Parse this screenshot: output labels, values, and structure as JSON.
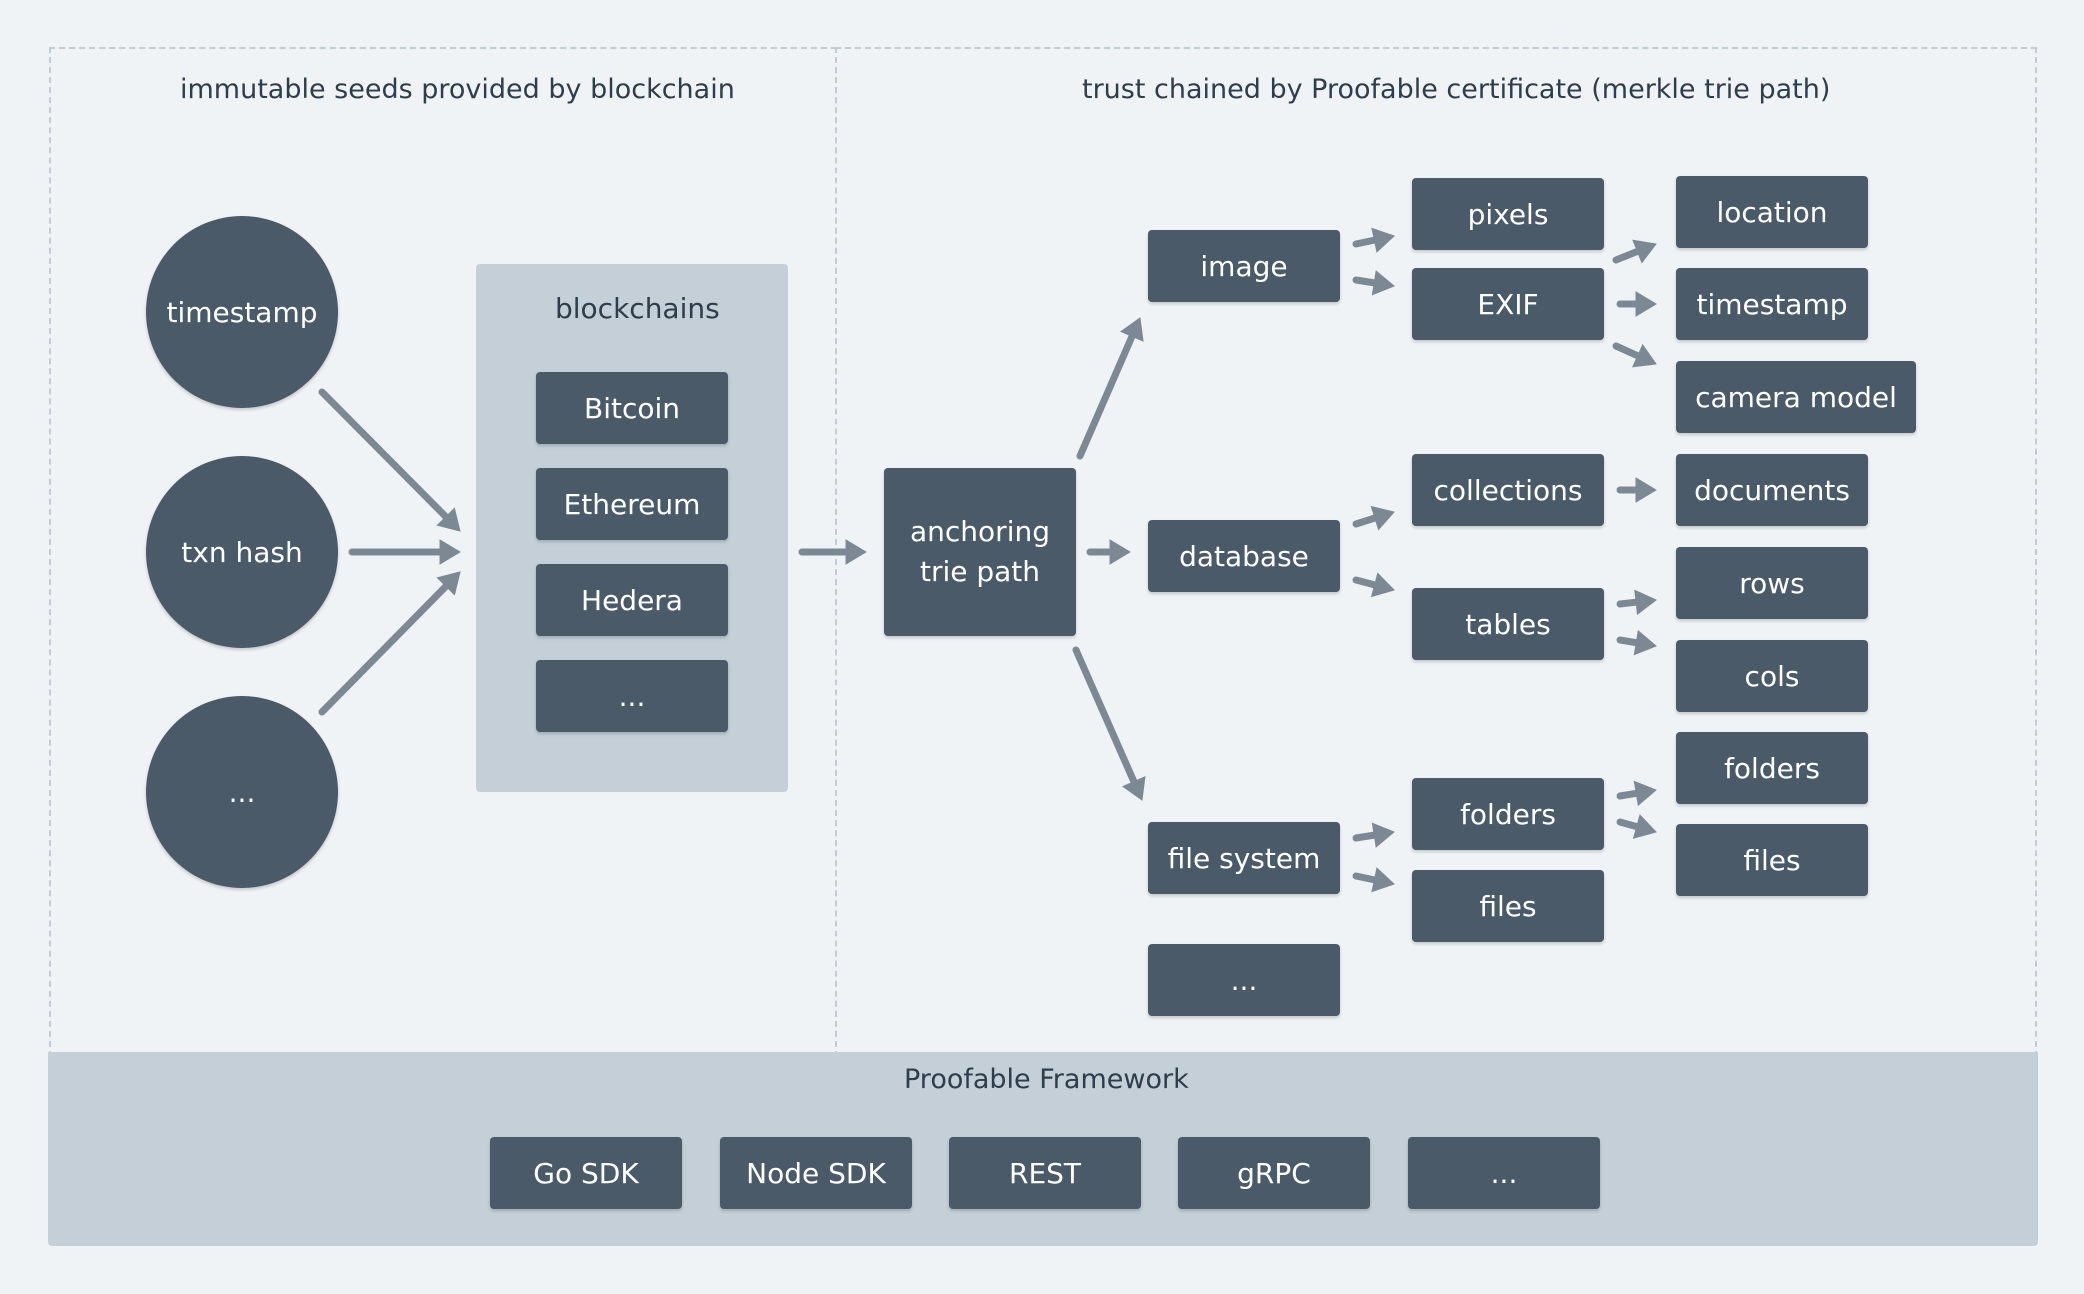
{
  "left_section": {
    "title": "immutable seeds provided by blockchain",
    "seeds": [
      "timestamp",
      "txn hash",
      "..."
    ],
    "blockchains": {
      "title": "blockchains",
      "items": [
        "Bitcoin",
        "Ethereum",
        "Hedera",
        "..."
      ]
    }
  },
  "right_section": {
    "title": "trust chained by Proofable certificate (merkle trie path)",
    "anchor": "anchoring trie path",
    "level1": [
      "image",
      "database",
      "file system",
      "..."
    ],
    "image_children": [
      "pixels",
      "EXIF"
    ],
    "exif_children": [
      "location",
      "timestamp",
      "camera model"
    ],
    "database_children": [
      "collections",
      "tables"
    ],
    "collections_children": [
      "documents"
    ],
    "tables_children": [
      "rows",
      "cols"
    ],
    "filesystem_children": [
      "folders",
      "files"
    ],
    "folders_children": [
      "folders",
      "files"
    ]
  },
  "framework": {
    "title": "Proofable Framework",
    "items": [
      "Go SDK",
      "Node SDK",
      "REST",
      "gRPC",
      "..."
    ]
  },
  "colors": {
    "node": "#4a5a69",
    "panel": "#c4cfd8",
    "arrow": "#7c8995",
    "background": "#f0f3f6"
  }
}
